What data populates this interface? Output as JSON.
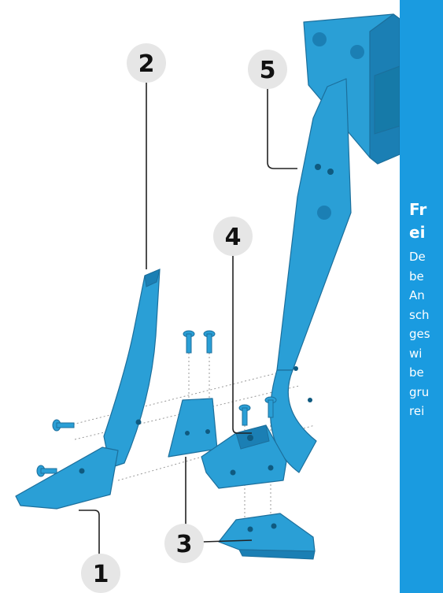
{
  "callouts": [
    {
      "id": "1",
      "number": "1"
    },
    {
      "id": "2",
      "number": "2"
    },
    {
      "id": "3",
      "number": "3"
    },
    {
      "id": "4",
      "number": "4"
    },
    {
      "id": "5",
      "number": "5"
    }
  ],
  "side_panel": {
    "heading": "Fr\nei",
    "body": "De\nbe\nAn\nsch\nges\nwi\nbe\ngru\nrei"
  },
  "colors": {
    "part_fill": "#2a9fd6",
    "part_shadow": "#1b7fb4",
    "panel_background": "#1a9be0",
    "callout_circle": "#e6e6e6"
  }
}
